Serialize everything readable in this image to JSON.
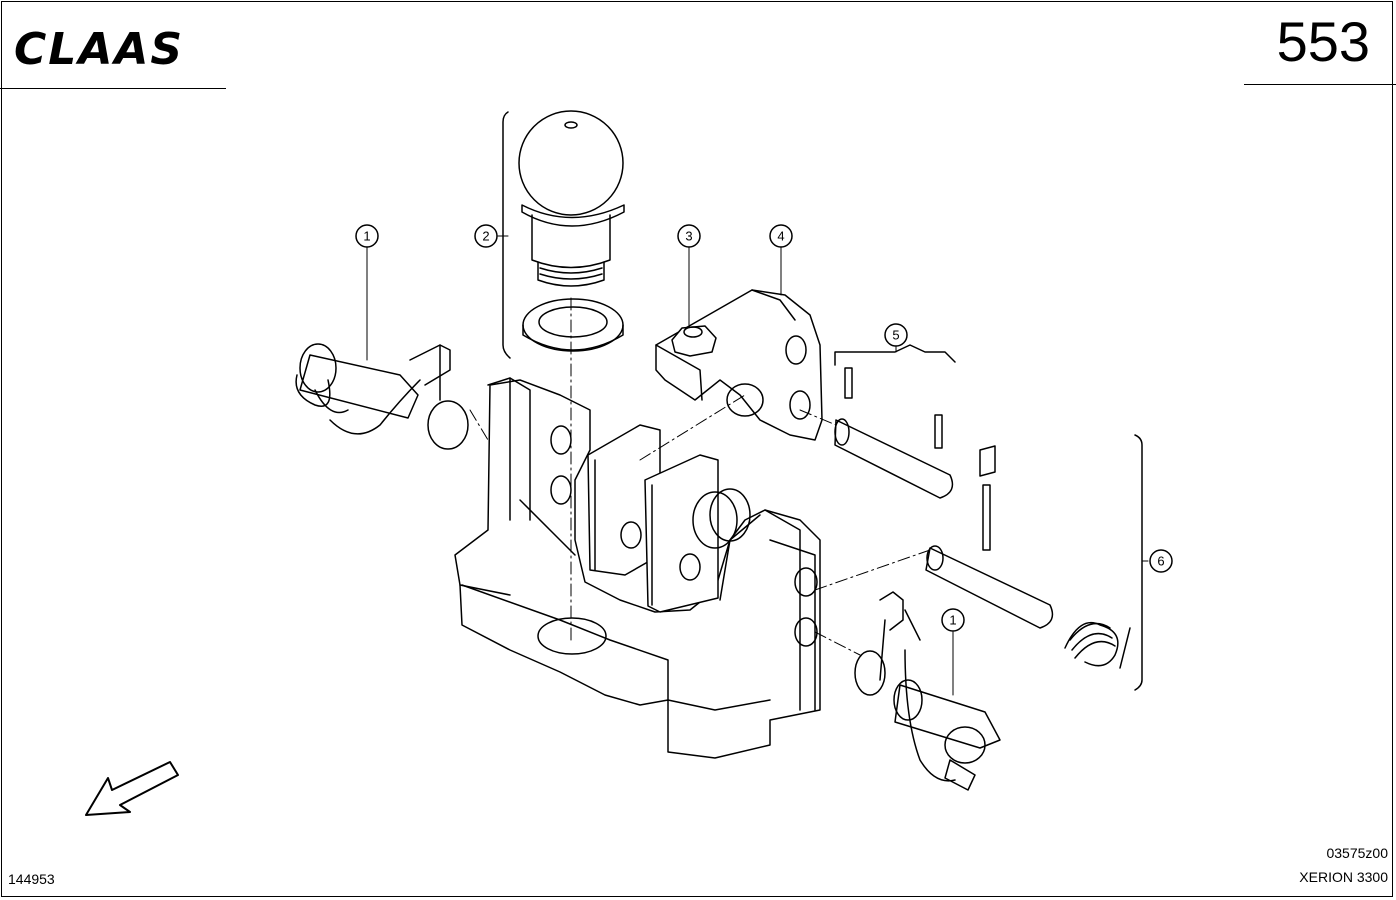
{
  "header": {
    "brand": "CLAAS",
    "page_number": "553"
  },
  "footer": {
    "doc_id": "144953",
    "drawing_code": "03575z00",
    "model": "XERION 3300"
  },
  "callouts": [
    {
      "label": "1"
    },
    {
      "label": "2"
    },
    {
      "label": "3"
    },
    {
      "label": "4"
    },
    {
      "label": "5"
    },
    {
      "label": "6"
    },
    {
      "label": "1"
    }
  ],
  "colors": {
    "line": "#000000",
    "background": "#ffffff"
  }
}
